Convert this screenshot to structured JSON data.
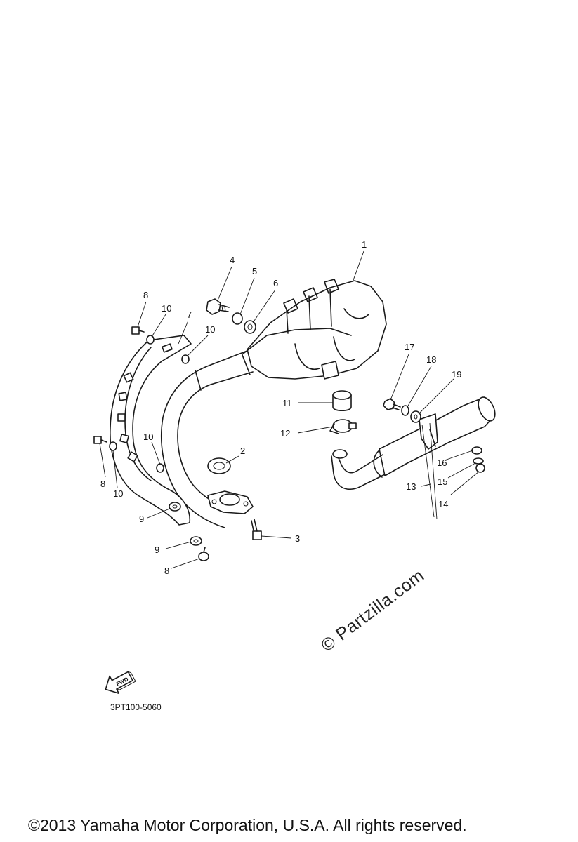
{
  "diagram_code": "3PT100-5060",
  "watermark": "© Partzilla.com",
  "copyright": "©2013 Yamaha Motor Corporation, U.S.A. All rights reserved.",
  "fwd_label": "FWD",
  "callouts": {
    "c1": "1",
    "c2": "2",
    "c3": "3",
    "c4": "4",
    "c5": "5",
    "c6": "6",
    "c7": "7",
    "c8a": "8",
    "c8b": "8",
    "c8c": "8",
    "c9a": "9",
    "c9b": "9",
    "c10a": "10",
    "c10b": "10",
    "c10c": "10",
    "c10d": "10",
    "c11": "11",
    "c12": "12",
    "c13": "13",
    "c14": "14",
    "c15": "15",
    "c16": "16",
    "c17": "17",
    "c18": "18",
    "c19": "19"
  }
}
